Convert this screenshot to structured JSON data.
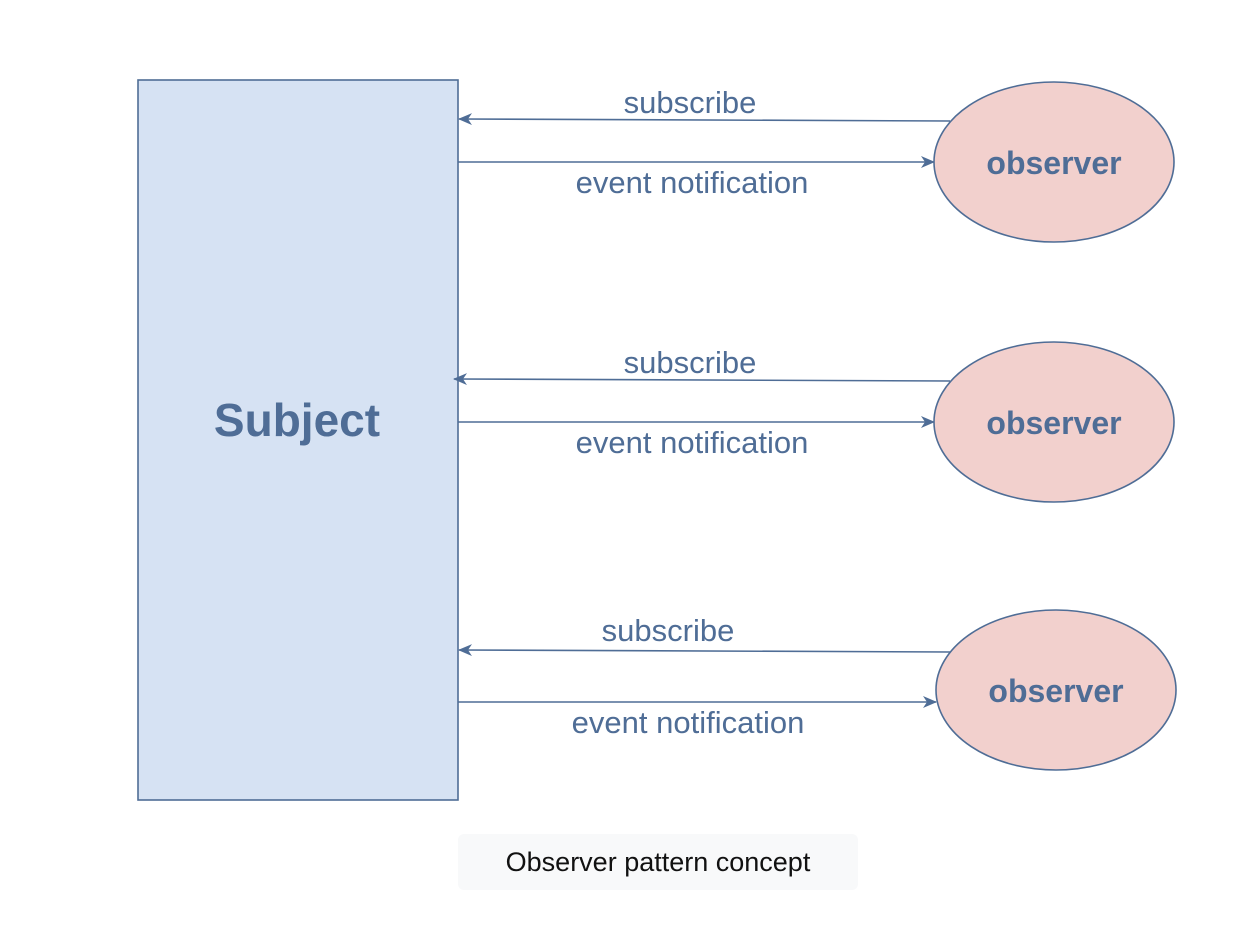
{
  "diagram": {
    "subject": {
      "label": "Subject"
    },
    "observers": [
      {
        "label": "observer",
        "subscribe_label": "subscribe",
        "notify_label": "event notification"
      },
      {
        "label": "observer",
        "subscribe_label": "subscribe",
        "notify_label": "event notification"
      },
      {
        "label": "observer",
        "subscribe_label": "subscribe",
        "notify_label": "event notification"
      }
    ],
    "colors": {
      "line": "#4f6d96",
      "text": "#4f6d96",
      "subject_fill": "#d6e2f3",
      "observer_fill": "#f2d0cd"
    }
  },
  "caption": "Observer pattern concept"
}
